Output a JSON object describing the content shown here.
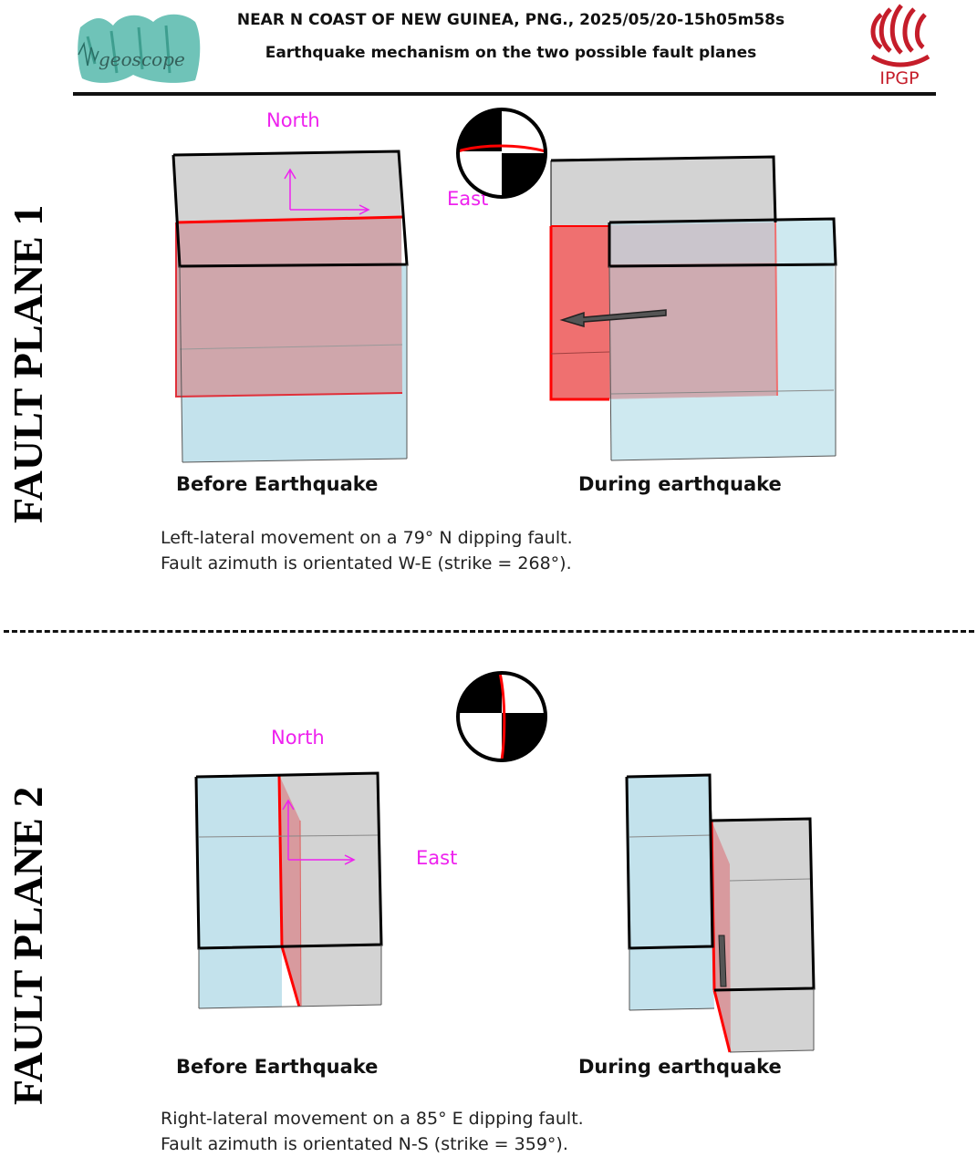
{
  "header": {
    "title": "NEAR N COAST OF NEW GUINEA, PNG., 2025/05/20-15h05m58s",
    "subtitle": "Earthquake mechanism on the two possible fault planes",
    "left_logo_text": "geoscope",
    "right_logo_text": "IPGP"
  },
  "plane1": {
    "side_label": "FAULT PLANE 1",
    "north_label": "North",
    "east_label": "East",
    "before_caption": "Before Earthquake",
    "during_caption": "During earthquake",
    "desc_line1": "Left-lateral movement on a 79° N dipping fault.",
    "desc_line2": "Fault azimuth is orientated W-E (strike = 268°)."
  },
  "plane2": {
    "side_label": "FAULT PLANE 2",
    "north_label": "North",
    "east_label": "East",
    "before_caption": "Before Earthquake",
    "during_caption": "During earthquake",
    "desc_line1": "Right-lateral movement on a 85° E dipping fault.",
    "desc_line2": "Fault azimuth is orientated N-S (strike = 359°)."
  },
  "colors": {
    "direction_label": "#ee22ee",
    "fault_red": "#ff0000",
    "block_grey": "#d3d3d3",
    "block_blue": "#c3e2ec"
  }
}
